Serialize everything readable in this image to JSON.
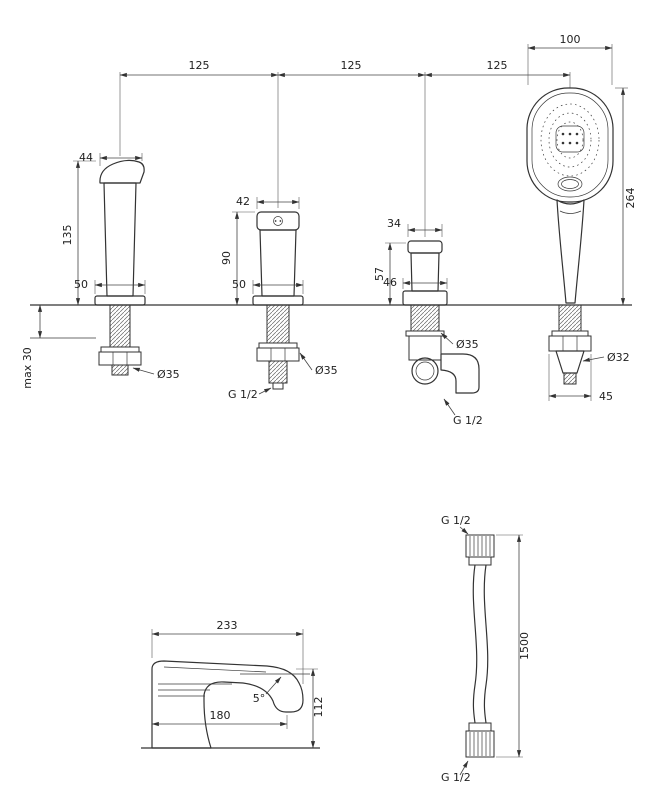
{
  "top_view": {
    "spacing_1": "125",
    "spacing_2": "125",
    "spacing_3": "125",
    "head_width": "100",
    "deck": {
      "max_thickness": "max 30"
    },
    "spout": {
      "top_width": "44",
      "height": "135",
      "base_width": "50",
      "shank_dia": "Ø35"
    },
    "valve": {
      "top_width": "42",
      "height": "90",
      "base_width": "50",
      "shank_dia": "Ø35",
      "thread": "G 1/2"
    },
    "diverter": {
      "top_width": "34",
      "height": "57",
      "base_width": "46",
      "shank_dia": "Ø35",
      "outlet_thread": "G 1/2"
    },
    "handshower": {
      "height": "264",
      "holder_dia": "Ø32",
      "holder_width": "45"
    }
  },
  "spout_side_view": {
    "reach": "233",
    "reach_bottom": "180",
    "angle": "5°",
    "height": "112"
  },
  "hose_view": {
    "thread_top": "G 1/2",
    "length": "1500",
    "thread_bottom": "G 1/2"
  }
}
